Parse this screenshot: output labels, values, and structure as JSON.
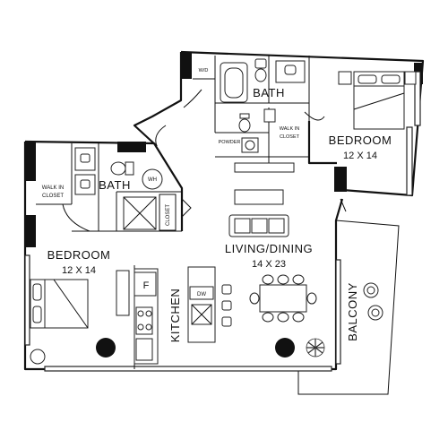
{
  "labels": {
    "bath_upper": "BATH",
    "bath_lower": "BATH",
    "wd": "W/D",
    "powder": "POWDER",
    "walk_in_closet_right_1": "WALK IN",
    "walk_in_closet_right_2": "CLOSET",
    "bedroom_right": "BEDROOM",
    "bedroom_right_size": "12 X 14",
    "walk_in_closet_left_1": "WALK IN",
    "walk_in_closet_left_2": "CLOSET",
    "wh": "WH",
    "closet": "CLOSET",
    "bedroom_left": "BEDROOM",
    "bedroom_left_size": "12 X 14",
    "living_dining": "LIVING/DINING",
    "living_dining_size": "14 X 23",
    "fridge": "F",
    "dishwasher": "DW",
    "kitchen": "KITCHEN",
    "balcony": "BALCONY"
  }
}
